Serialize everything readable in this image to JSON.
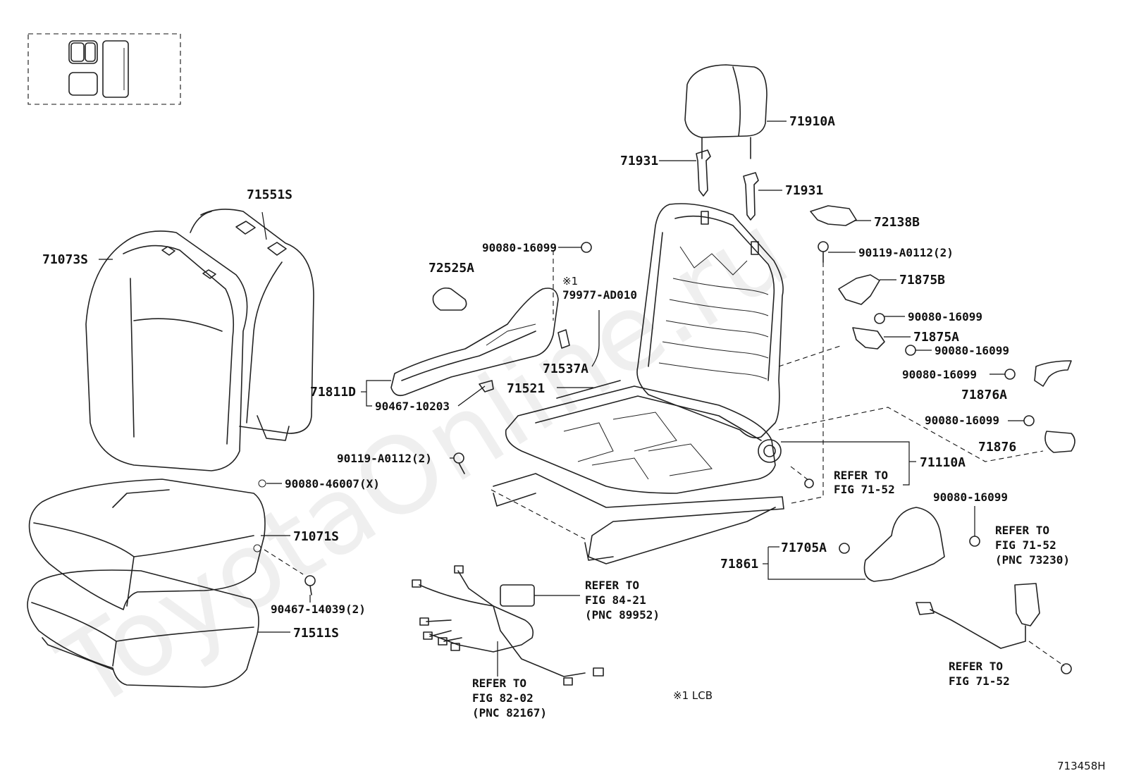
{
  "diagram": {
    "watermark": "ToyotaOnline.ru",
    "figure_code": "713458H",
    "footnote": "※1 LCB",
    "labels": {
      "71910A": "71910A",
      "71931_a": "71931",
      "71931_b": "71931",
      "72138B": "72138B",
      "90119_top": "90119-A0112(2)",
      "71875B": "71875B",
      "90080_r1": "90080-16099",
      "71875A": "71875A",
      "90080_r2": "90080-16099",
      "90080_r3": "90080-16099",
      "71876A": "71876A",
      "90080_r4": "90080-16099",
      "71876": "71876",
      "71110A": "71110A",
      "refer_7152_a_1": "REFER TO",
      "refer_7152_a_2": "FIG 71-52",
      "90080_r5": "90080-16099",
      "refer_73230_1": "REFER TO",
      "refer_73230_2": "FIG 71-52",
      "refer_73230_3": "(PNC 73230)",
      "71705A": "71705A",
      "71861": "71861",
      "refer_7152_b_1": "REFER TO",
      "refer_7152_b_2": "FIG 71-52",
      "90080_top": "90080-16099",
      "lcb_mark": "※1",
      "79977": "79977-AD010",
      "72525A": "72525A",
      "71537A": "71537A",
      "71521": "71521",
      "71811D": "71811D",
      "90467_10203": "90467-10203",
      "90119_left": "90119-A0112(2)",
      "90080_46007": "90080-46007(X)",
      "71551S": "71551S",
      "71073S": "71073S",
      "71071S": "71071S",
      "90467_14039": "90467-14039(2)",
      "71511S": "71511S",
      "refer_89952_1": "REFER TO",
      "refer_89952_2": "FIG 84-21",
      "refer_89952_3": "(PNC 89952)",
      "refer_82167_1": "REFER TO",
      "refer_82167_2": "FIG 82-02",
      "refer_82167_3": "(PNC 82167)"
    }
  }
}
